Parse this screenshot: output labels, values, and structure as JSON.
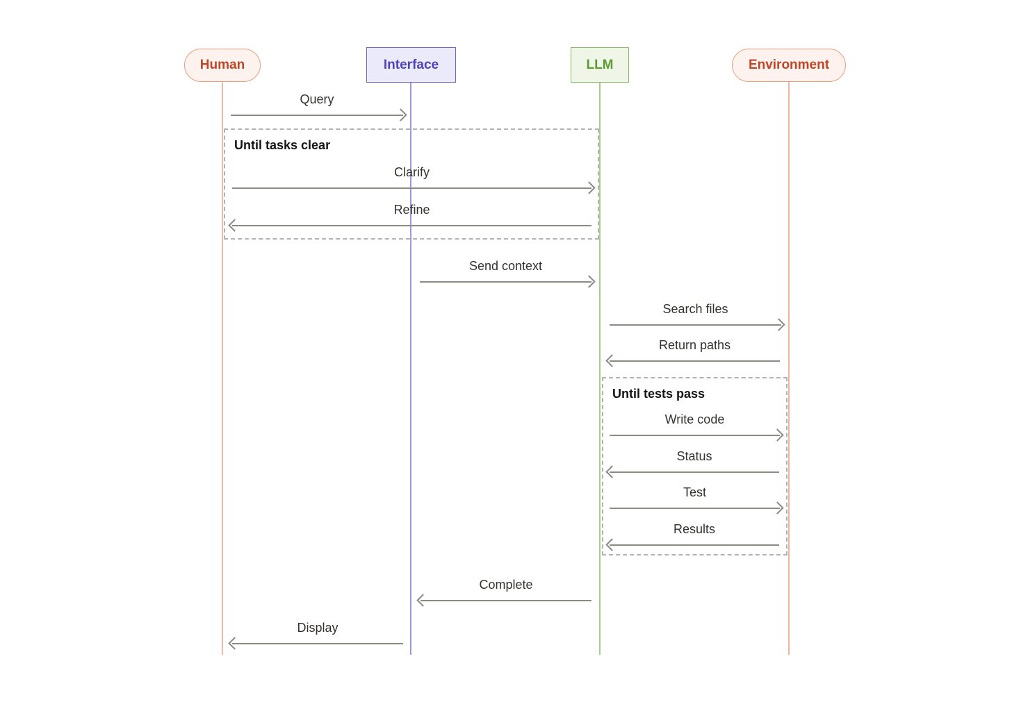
{
  "diagram": {
    "type": "sequence-diagram",
    "actors": [
      {
        "id": "human",
        "label": "Human",
        "shape": "pill",
        "bg_color": "#fdf2ee",
        "border_color": "#eb9d82",
        "text_color": "#bf4629",
        "lifeline_color": "#f4b8a4"
      },
      {
        "id": "interface",
        "label": "Interface",
        "shape": "rect",
        "bg_color": "#ebeafa",
        "border_color": "#6f65c8",
        "text_color": "#4f43b8",
        "lifeline_color": "#9d97dd"
      },
      {
        "id": "llm",
        "label": "LLM",
        "shape": "rect",
        "bg_color": "#eff6e7",
        "border_color": "#8abb62",
        "text_color": "#5b9c30",
        "lifeline_color": "#a9cc8e"
      },
      {
        "id": "environment",
        "label": "Environment",
        "shape": "pill",
        "bg_color": "#fdf2ee",
        "border_color": "#eb9d82",
        "text_color": "#bf4629",
        "lifeline_color": "#eeb4a0"
      }
    ],
    "messages": [
      {
        "label": "Query",
        "from": "Human",
        "to": "Interface",
        "direction": "right"
      },
      {
        "label": "Clarify",
        "from": "Human",
        "to": "LLM",
        "direction": "right"
      },
      {
        "label": "Refine",
        "from": "LLM",
        "to": "Human",
        "direction": "left"
      },
      {
        "label": "Send context",
        "from": "Interface",
        "to": "LLM",
        "direction": "right"
      },
      {
        "label": "Search files",
        "from": "LLM",
        "to": "Environment",
        "direction": "right"
      },
      {
        "label": "Return paths",
        "from": "Environment",
        "to": "LLM",
        "direction": "left"
      },
      {
        "label": "Write code",
        "from": "LLM",
        "to": "Environment",
        "direction": "right"
      },
      {
        "label": "Status",
        "from": "Environment",
        "to": "LLM",
        "direction": "left"
      },
      {
        "label": "Test",
        "from": "LLM",
        "to": "Environment",
        "direction": "right"
      },
      {
        "label": "Results",
        "from": "Environment",
        "to": "LLM",
        "direction": "left"
      },
      {
        "label": "Complete",
        "from": "LLM",
        "to": "Interface",
        "direction": "left"
      },
      {
        "label": "Display",
        "from": "Interface",
        "to": "Human",
        "direction": "left"
      }
    ],
    "loops": [
      {
        "label": "Until tasks clear",
        "contains": [
          "Clarify",
          "Refine"
        ]
      },
      {
        "label": "Until tests pass",
        "contains": [
          "Write code",
          "Status",
          "Test",
          "Results"
        ]
      }
    ],
    "arrow_color": "#8b8b84",
    "loop_border_color": "#b2b2ae"
  }
}
